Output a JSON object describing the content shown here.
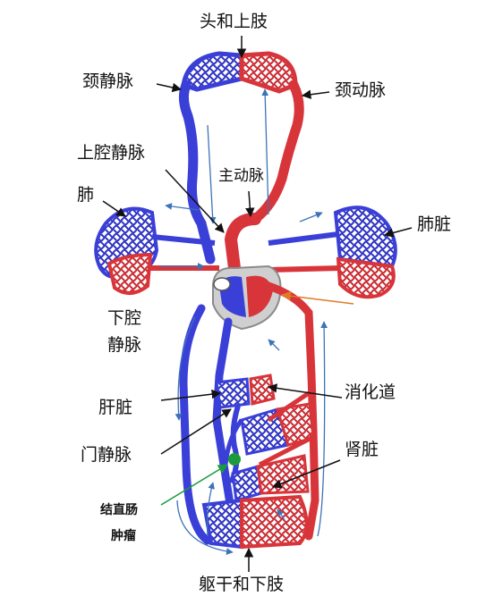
{
  "labels": {
    "head_limbs": "头和上肢",
    "jugular_vein": "颈静脉",
    "carotid_artery": "颈动脉",
    "svc": "上腔静脉",
    "aorta": "主动脉",
    "lung_left": "肺",
    "lung_right": "肺脏",
    "ivc_line1": "下腔",
    "ivc_line2": "静脉",
    "liver": "肝脏",
    "digestive_tract": "消化道",
    "portal_vein": "门静脉",
    "kidney": "肾脏",
    "tumor_line1": "结直肠",
    "tumor_line2": "肿瘤",
    "trunk_limbs": "躯干和下肢"
  },
  "colors": {
    "vein": "#3a3fd8",
    "artery": "#d8353b",
    "vein_net": "#2f34c2",
    "artery_net": "#c92c33",
    "tumor": "#1a9b3c",
    "flow_arrow": "#3c73b8",
    "label_arrow": "#111111",
    "tumor_arrow": "#1a9b3c",
    "highlight_arrow": "#e07a28",
    "heart_outline": "#9a9a9a"
  },
  "icons": {
    "heart": "heart-icon",
    "tumor": "tumor-dot"
  }
}
